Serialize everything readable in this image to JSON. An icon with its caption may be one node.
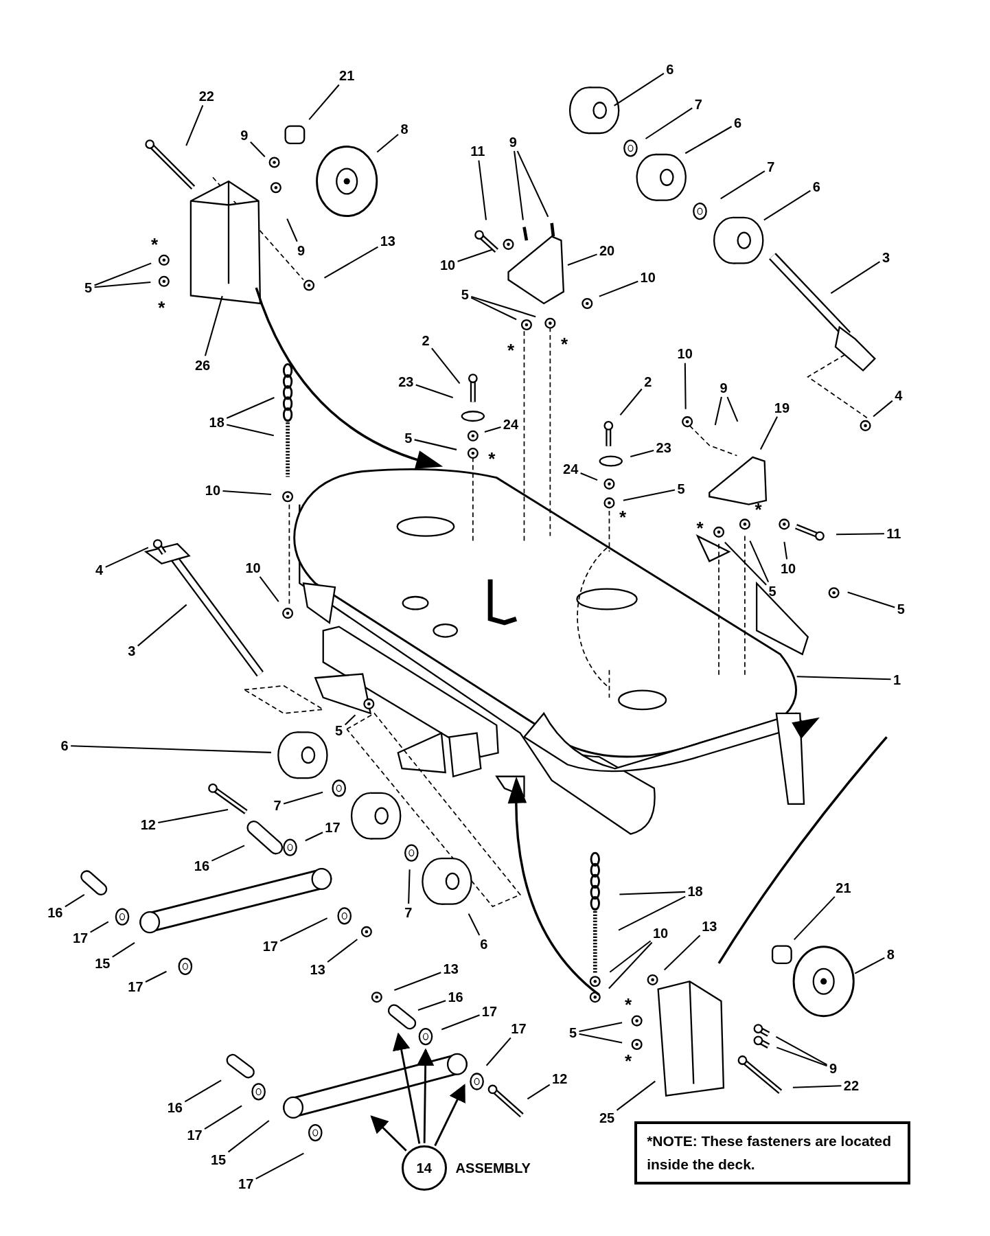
{
  "diagram": {
    "nodes": [
      {
        "text": [
          "22"
        ]
      },
      {
        "text": [
          "21"
        ]
      },
      {
        "text": [
          "9"
        ]
      },
      {
        "text": [
          "8"
        ]
      },
      {
        "text": [
          "6"
        ]
      },
      {
        "text": [
          "7"
        ]
      },
      {
        "text": [
          "11"
        ]
      },
      {
        "text": [
          "9"
        ]
      },
      {
        "text": [
          "6"
        ]
      },
      {
        "text": [
          "7"
        ]
      },
      {
        "text": [
          "6"
        ]
      },
      {
        "text": [
          "9"
        ]
      },
      {
        "text": [
          "13"
        ]
      },
      {
        "text": [
          "5"
        ]
      },
      {
        "text": [
          "20"
        ]
      },
      {
        "text": [
          "10"
        ]
      },
      {
        "text": [
          "10"
        ]
      },
      {
        "text": [
          "3"
        ]
      },
      {
        "text": [
          "5"
        ]
      },
      {
        "text": [
          "2"
        ]
      },
      {
        "text": [
          "10"
        ]
      },
      {
        "text": [
          "26"
        ]
      },
      {
        "text": [
          "2"
        ]
      },
      {
        "text": [
          "9"
        ]
      },
      {
        "text": [
          "23"
        ]
      },
      {
        "text": [
          "4"
        ]
      },
      {
        "text": [
          "19"
        ]
      },
      {
        "text": [
          "18"
        ]
      },
      {
        "text": [
          "24"
        ]
      },
      {
        "text": [
          "5"
        ]
      },
      {
        "text": [
          "23"
        ]
      },
      {
        "text": [
          "24"
        ]
      },
      {
        "text": [
          "5"
        ]
      },
      {
        "text": [
          "10"
        ]
      },
      {
        "text": [
          "11"
        ]
      },
      {
        "text": [
          "10"
        ]
      },
      {
        "text": [
          "10"
        ]
      },
      {
        "text": [
          "4"
        ]
      },
      {
        "text": [
          "5"
        ]
      },
      {
        "text": [
          "5"
        ]
      },
      {
        "text": [
          "3"
        ]
      },
      {
        "text": [
          "1"
        ]
      },
      {
        "text": [
          "5"
        ]
      },
      {
        "text": [
          "6"
        ]
      },
      {
        "text": [
          "7"
        ]
      },
      {
        "text": [
          "17"
        ]
      },
      {
        "text": [
          "12"
        ]
      },
      {
        "text": [
          "16"
        ]
      },
      {
        "text": [
          "21"
        ]
      },
      {
        "text": [
          "18"
        ]
      },
      {
        "text": [
          "16"
        ]
      },
      {
        "text": [
          "7"
        ]
      },
      {
        "text": [
          "13"
        ]
      },
      {
        "text": [
          "10"
        ]
      },
      {
        "text": [
          "17"
        ]
      },
      {
        "text": [
          "6"
        ]
      },
      {
        "text": [
          "17"
        ]
      },
      {
        "text": [
          "8"
        ]
      },
      {
        "text": [
          "15"
        ]
      },
      {
        "text": [
          "13"
        ]
      },
      {
        "text": [
          "13"
        ]
      },
      {
        "text": [
          "17"
        ]
      },
      {
        "text": [
          "16"
        ]
      },
      {
        "text": [
          "17"
        ]
      },
      {
        "text": [
          "17"
        ]
      },
      {
        "text": [
          "5"
        ]
      },
      {
        "text": [
          "9"
        ]
      },
      {
        "text": [
          "12"
        ]
      },
      {
        "text": [
          "22"
        ]
      },
      {
        "text": [
          "16"
        ]
      },
      {
        "text": [
          "25"
        ]
      },
      {
        "text": [
          "17"
        ]
      },
      {
        "text": [
          "15"
        ]
      },
      {
        "text": [
          "14"
        ],
        "beside": [
          "ASSEMBLY"
        ]
      },
      {
        "text": [
          "*NOTE: These fasteners are located inside the deck."
        ]
      },
      {
        "text": [
          "17"
        ]
      }
    ],
    "edges": [
      {
        "from": 0,
        "to": null,
        "arrow": "none"
      },
      {
        "from": 1,
        "to": null,
        "arrow": "none"
      },
      {
        "from": 2,
        "to": null,
        "arrow": "none"
      },
      {
        "from": 3,
        "to": null,
        "arrow": "none"
      },
      {
        "from": 4,
        "to": null,
        "arrow": "none"
      },
      {
        "from": 5,
        "to": null,
        "arrow": "none"
      },
      {
        "from": 6,
        "to": null,
        "arrow": "none"
      },
      {
        "from": 7,
        "to": null,
        "arrow": "none"
      },
      {
        "from": 7,
        "to": null,
        "arrow": "none"
      },
      {
        "from": 8,
        "to": null,
        "arrow": "none"
      },
      {
        "from": 9,
        "to": null,
        "arrow": "none"
      },
      {
        "from": 10,
        "to": null,
        "arrow": "none"
      },
      {
        "from": 11,
        "to": null,
        "arrow": "none"
      },
      {
        "from": 12,
        "to": null,
        "arrow": "none"
      },
      {
        "from": 13,
        "to": null,
        "arrow": "none"
      },
      {
        "from": 13,
        "to": null,
        "arrow": "none"
      },
      {
        "from": 14,
        "to": null,
        "arrow": "none"
      },
      {
        "from": 15,
        "to": null,
        "arrow": "none"
      },
      {
        "from": 16,
        "to": null,
        "arrow": "none"
      },
      {
        "from": 17,
        "to": null,
        "arrow": "none"
      },
      {
        "from": 18,
        "to": null,
        "arrow": "none"
      },
      {
        "from": 18,
        "to": null,
        "arrow": "none"
      },
      {
        "from": 19,
        "to": null,
        "arrow": "none"
      },
      {
        "from": 20,
        "to": null,
        "arrow": "none"
      },
      {
        "from": 21,
        "to": null,
        "arrow": "none"
      },
      {
        "from": 22,
        "to": null,
        "arrow": "none"
      },
      {
        "from": 23,
        "to": null,
        "arrow": "none"
      },
      {
        "from": 23,
        "to": null,
        "arrow": "none"
      },
      {
        "from": 24,
        "to": null,
        "arrow": "none"
      },
      {
        "from": 25,
        "to": null,
        "arrow": "none"
      },
      {
        "from": 26,
        "to": null,
        "arrow": "none"
      },
      {
        "from": 27,
        "to": null,
        "arrow": "none"
      },
      {
        "from": 27,
        "to": null,
        "arrow": "none"
      },
      {
        "from": 28,
        "to": null,
        "arrow": "none"
      },
      {
        "from": 29,
        "to": null,
        "arrow": "none"
      },
      {
        "from": 30,
        "to": null,
        "arrow": "none"
      },
      {
        "from": 31,
        "to": null,
        "arrow": "none"
      },
      {
        "from": 32,
        "to": null,
        "arrow": "none"
      },
      {
        "from": 33,
        "to": null,
        "arrow": "none"
      },
      {
        "from": 34,
        "to": null,
        "arrow": "none"
      },
      {
        "from": 35,
        "to": null,
        "arrow": "none"
      },
      {
        "from": 36,
        "to": null,
        "arrow": "none"
      },
      {
        "from": 37,
        "to": null,
        "arrow": "none"
      },
      {
        "from": 38,
        "to": null,
        "arrow": "none"
      },
      {
        "from": 38,
        "to": null,
        "arrow": "none"
      },
      {
        "from": 39,
        "to": null,
        "arrow": "none"
      },
      {
        "from": 40,
        "to": null,
        "arrow": "none"
      },
      {
        "from": 41,
        "to": null,
        "arrow": "none"
      },
      {
        "from": 42,
        "to": null,
        "arrow": "none"
      },
      {
        "from": 43,
        "to": null,
        "arrow": "none"
      },
      {
        "from": 44,
        "to": null,
        "arrow": "none"
      },
      {
        "from": 45,
        "to": null,
        "arrow": "none"
      },
      {
        "from": 46,
        "to": null,
        "arrow": "none"
      },
      {
        "from": 47,
        "to": null,
        "arrow": "none"
      },
      {
        "from": 48,
        "to": null,
        "arrow": "none"
      },
      {
        "from": 49,
        "to": null,
        "arrow": "none"
      },
      {
        "from": 49,
        "to": null,
        "arrow": "none"
      },
      {
        "from": 50,
        "to": null,
        "arrow": "none"
      },
      {
        "from": 51,
        "to": null,
        "arrow": "none"
      },
      {
        "from": 52,
        "to": null,
        "arrow": "none"
      },
      {
        "from": 53,
        "to": null,
        "arrow": "none"
      },
      {
        "from": 53,
        "to": null,
        "arrow": "none"
      },
      {
        "from": 54,
        "to": null,
        "arrow": "none"
      },
      {
        "from": 55,
        "to": null,
        "arrow": "none"
      },
      {
        "from": 56,
        "to": null,
        "arrow": "none"
      },
      {
        "from": 57,
        "to": null,
        "arrow": "none"
      },
      {
        "from": 58,
        "to": null,
        "arrow": "none"
      },
      {
        "from": 59,
        "to": null,
        "arrow": "none"
      },
      {
        "from": 60,
        "to": null,
        "arrow": "none"
      },
      {
        "from": 61,
        "to": null,
        "arrow": "none"
      },
      {
        "from": 62,
        "to": null,
        "arrow": "none"
      },
      {
        "from": 63,
        "to": null,
        "arrow": "none"
      },
      {
        "from": 64,
        "to": null,
        "arrow": "none"
      },
      {
        "from": 65,
        "to": null,
        "arrow": "none"
      },
      {
        "from": 65,
        "to": null,
        "arrow": "none"
      },
      {
        "from": 66,
        "to": null,
        "arrow": "none"
      },
      {
        "from": 66,
        "to": null,
        "arrow": "none"
      },
      {
        "from": 67,
        "to": null,
        "arrow": "none"
      },
      {
        "from": 68,
        "to": null,
        "arrow": "none"
      },
      {
        "from": 69,
        "to": null,
        "arrow": "none"
      },
      {
        "from": 70,
        "to": null,
        "arrow": "none"
      },
      {
        "from": 71,
        "to": null,
        "arrow": "none"
      },
      {
        "from": 72,
        "to": null,
        "arrow": "none"
      },
      {
        "from": 73,
        "to": null,
        "arrow": "to"
      },
      {
        "from": 73,
        "to": null,
        "arrow": "to"
      },
      {
        "from": 73,
        "to": null,
        "arrow": "to"
      },
      {
        "from": 73,
        "to": null,
        "arrow": "to"
      },
      {
        "from": 75,
        "to": null,
        "arrow": "none"
      }
    ],
    "labels": [
      "*",
      "*",
      "*",
      "*",
      "*",
      "*",
      "*",
      "*",
      "*",
      "*"
    ]
  }
}
